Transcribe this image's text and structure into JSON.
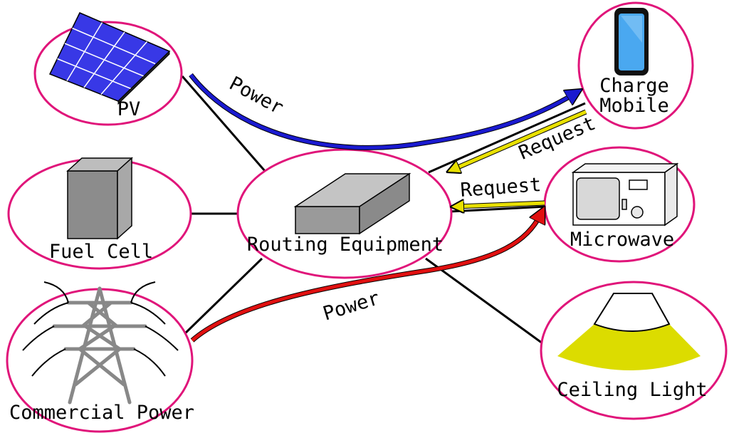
{
  "nodes": {
    "pv": {
      "label": "PV",
      "icon": "solar-panel-icon"
    },
    "fuel_cell": {
      "label": "Fuel Cell",
      "icon": "fuel-cell-box-icon"
    },
    "commercial_power": {
      "label": "Commercial Power",
      "icon": "power-tower-icon"
    },
    "routing": {
      "label": "Routing Equipment",
      "icon": "router-box-icon"
    },
    "charge_mobile": {
      "label_line1": "Charge",
      "label_line2": "Mobile",
      "icon": "smartphone-icon"
    },
    "microwave": {
      "label": "Microwave",
      "icon": "microwave-icon"
    },
    "ceiling_light": {
      "label": "Ceiling Light",
      "icon": "ceiling-lamp-icon"
    }
  },
  "arrows": {
    "power_pv_to_mobile": {
      "label": "Power",
      "color": "#1a1ad0"
    },
    "power_commercial_to_microwave": {
      "label": "Power",
      "color": "#e01010"
    },
    "request_mobile": {
      "label": "Request",
      "color": "#e8e000"
    },
    "request_microwave": {
      "label": "Request",
      "color": "#e8e000"
    }
  },
  "colors": {
    "node_border": "#e0157a",
    "power_blue": "#1a1ad0",
    "power_red": "#e01010",
    "request_yellow": "#e8e000",
    "light_beam": "#dcdc00"
  }
}
